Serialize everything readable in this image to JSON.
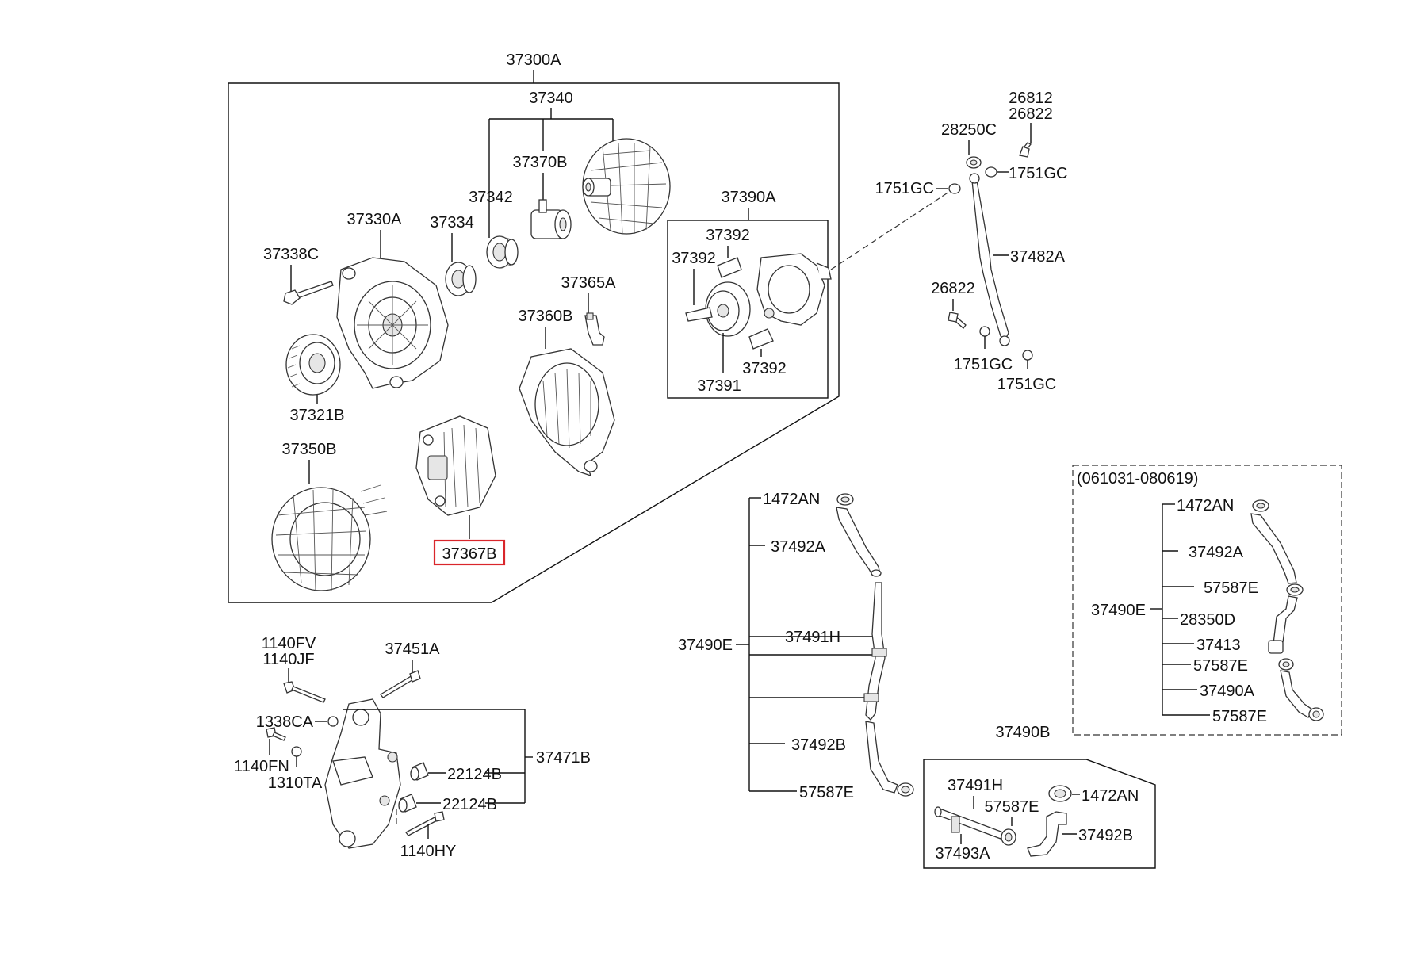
{
  "labels": {
    "alt_assy": "37300A",
    "rotor": "37340",
    "bearing_37370b": "37370B",
    "bearing_37342": "37342",
    "bracket_front": "37330A",
    "bearing_37334": "37334",
    "bolt_37338c": "37338C",
    "pulley": "37321B",
    "stator": "37350B",
    "rectifier": "37367B",
    "bracket_rear": "37360B",
    "terminal": "37365A",
    "vacuum_pump": "37390A",
    "gasket_a": "37392",
    "gasket_b": "37392",
    "gasket_c": "37392",
    "rotor_vane": "37391",
    "n26812": "26812",
    "n26822_top": "26822",
    "n28250c": "28250C",
    "n1751gc_r": "1751GC",
    "n1751gc_l": "1751GC",
    "n37482a": "37482A",
    "n26822_mid": "26822",
    "n1751gc_bl": "1751GC",
    "n1751gc_br": "1751GC",
    "n1140fv": "1140FV",
    "n1140jf": "1140JF",
    "n37451a": "37451A",
    "n1338ca": "1338CA",
    "n1140fn": "1140FN",
    "n1310ta": "1310TA",
    "n22124b_a": "22124B",
    "n22124b_b": "22124B",
    "n37471b": "37471B",
    "n1140hy": "1140HY",
    "h_1472an": "1472AN",
    "h_37492a": "37492A",
    "h_37490e": "37490E",
    "h_37491h": "37491H",
    "h_37492b": "37492B",
    "h_57587e": "57587E",
    "b_37490b": "37490B",
    "b_37491h": "37491H",
    "b_57587e": "57587E",
    "b_1472an": "1472AN",
    "b_37493a": "37493A",
    "b_37492b": "37492B",
    "r_date": "(061031-080619)",
    "r_1472an": "1472AN",
    "r_37492a": "37492A",
    "r_57587e_1": "57587E",
    "r_37490e": "37490E",
    "r_28350d": "28350D",
    "r_37413": "37413",
    "r_57587e_2": "57587E",
    "r_37490a": "37490A",
    "r_57587e_3": "57587E"
  },
  "highlight": {
    "part": "37367B",
    "color": "#d9262b"
  }
}
